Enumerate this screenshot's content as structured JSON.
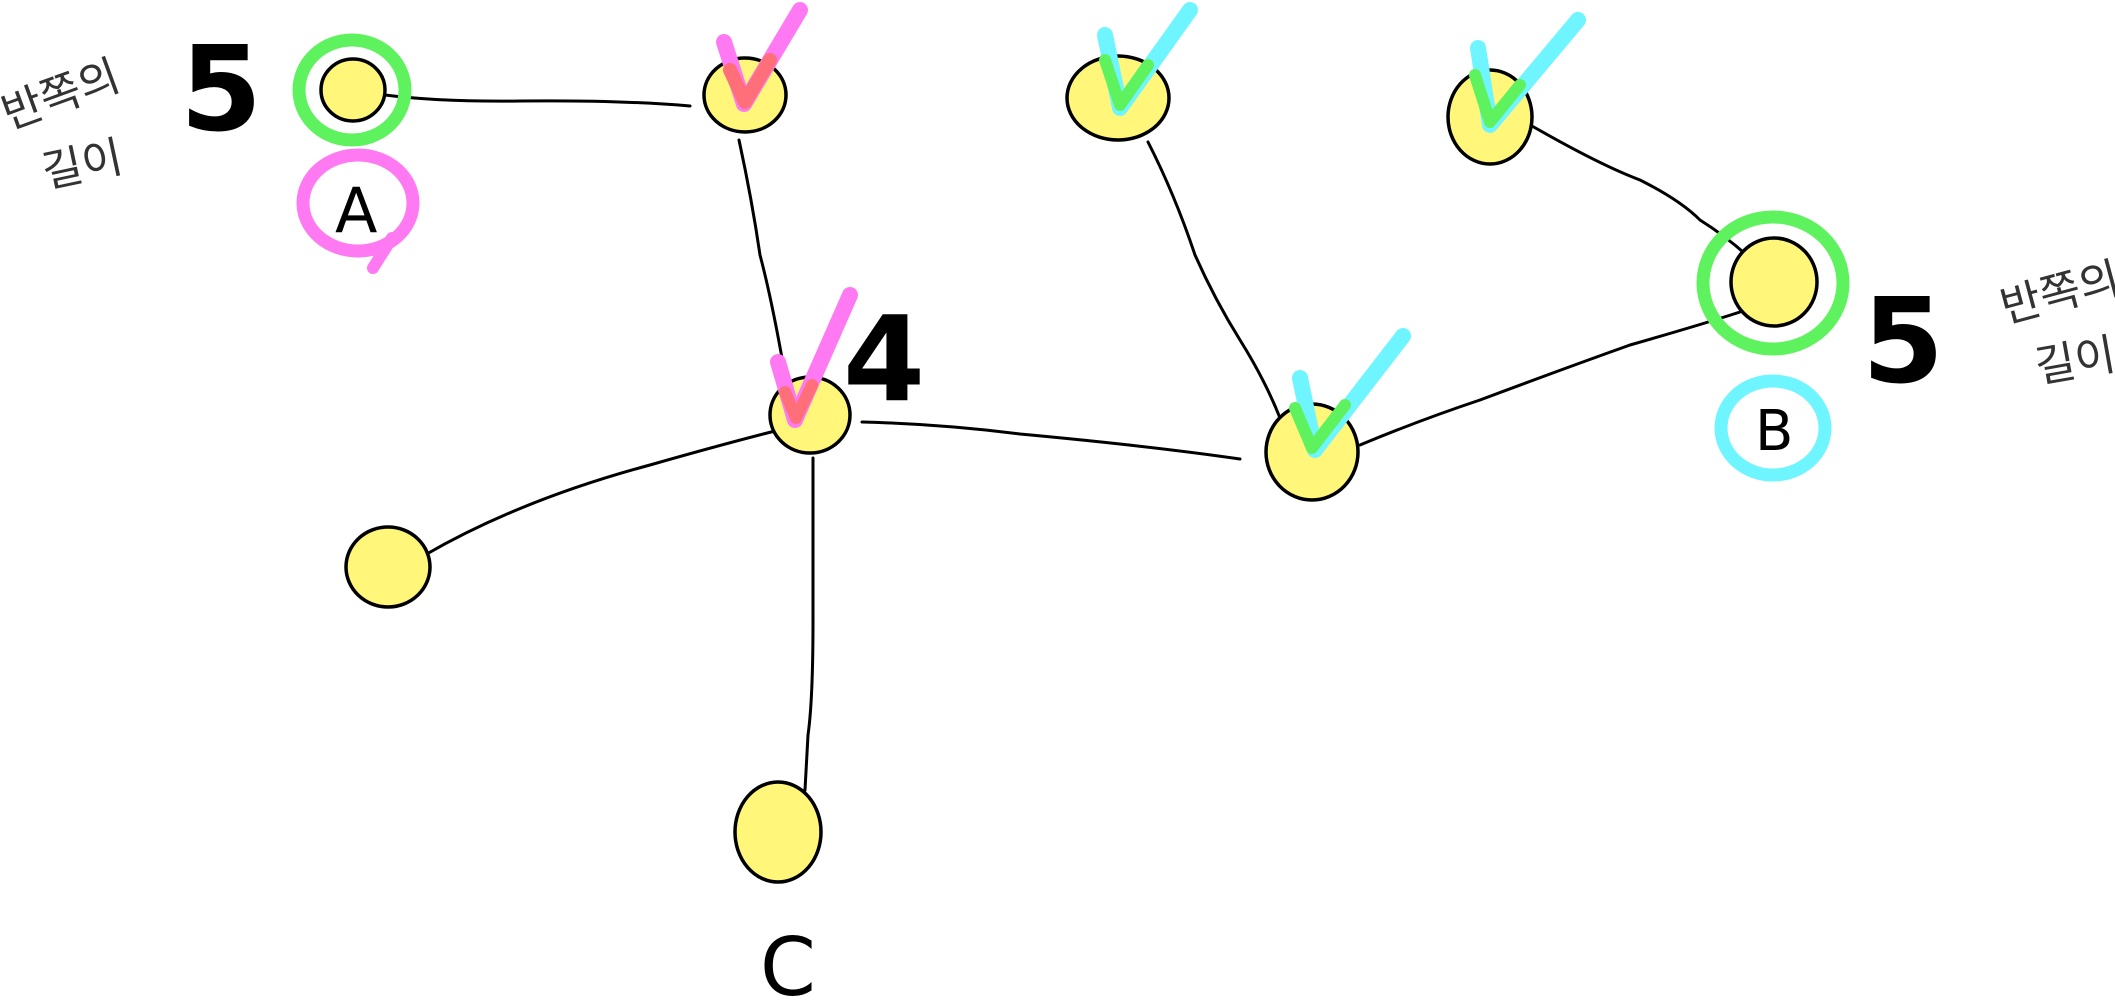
{
  "colors": {
    "node_fill": "#fff67a",
    "node_stroke": "#000000",
    "edge": "#000000",
    "green": "#5ff25f",
    "magenta": "#ff7af2",
    "cyan": "#6ff5ff",
    "pink_check_fill": "#ff6f7a"
  },
  "icons": {
    "check": "check-mark-icon",
    "circle": "highlight-circle-icon"
  },
  "labels": {
    "A": "A",
    "B": "B",
    "C": "C"
  },
  "numbers": {
    "left": "5",
    "center": "4",
    "right": "5"
  },
  "notes": {
    "left_line1": "반쪽의",
    "left_line2": "길이",
    "right_line1": "반쪽의",
    "right_line2": "길이"
  }
}
